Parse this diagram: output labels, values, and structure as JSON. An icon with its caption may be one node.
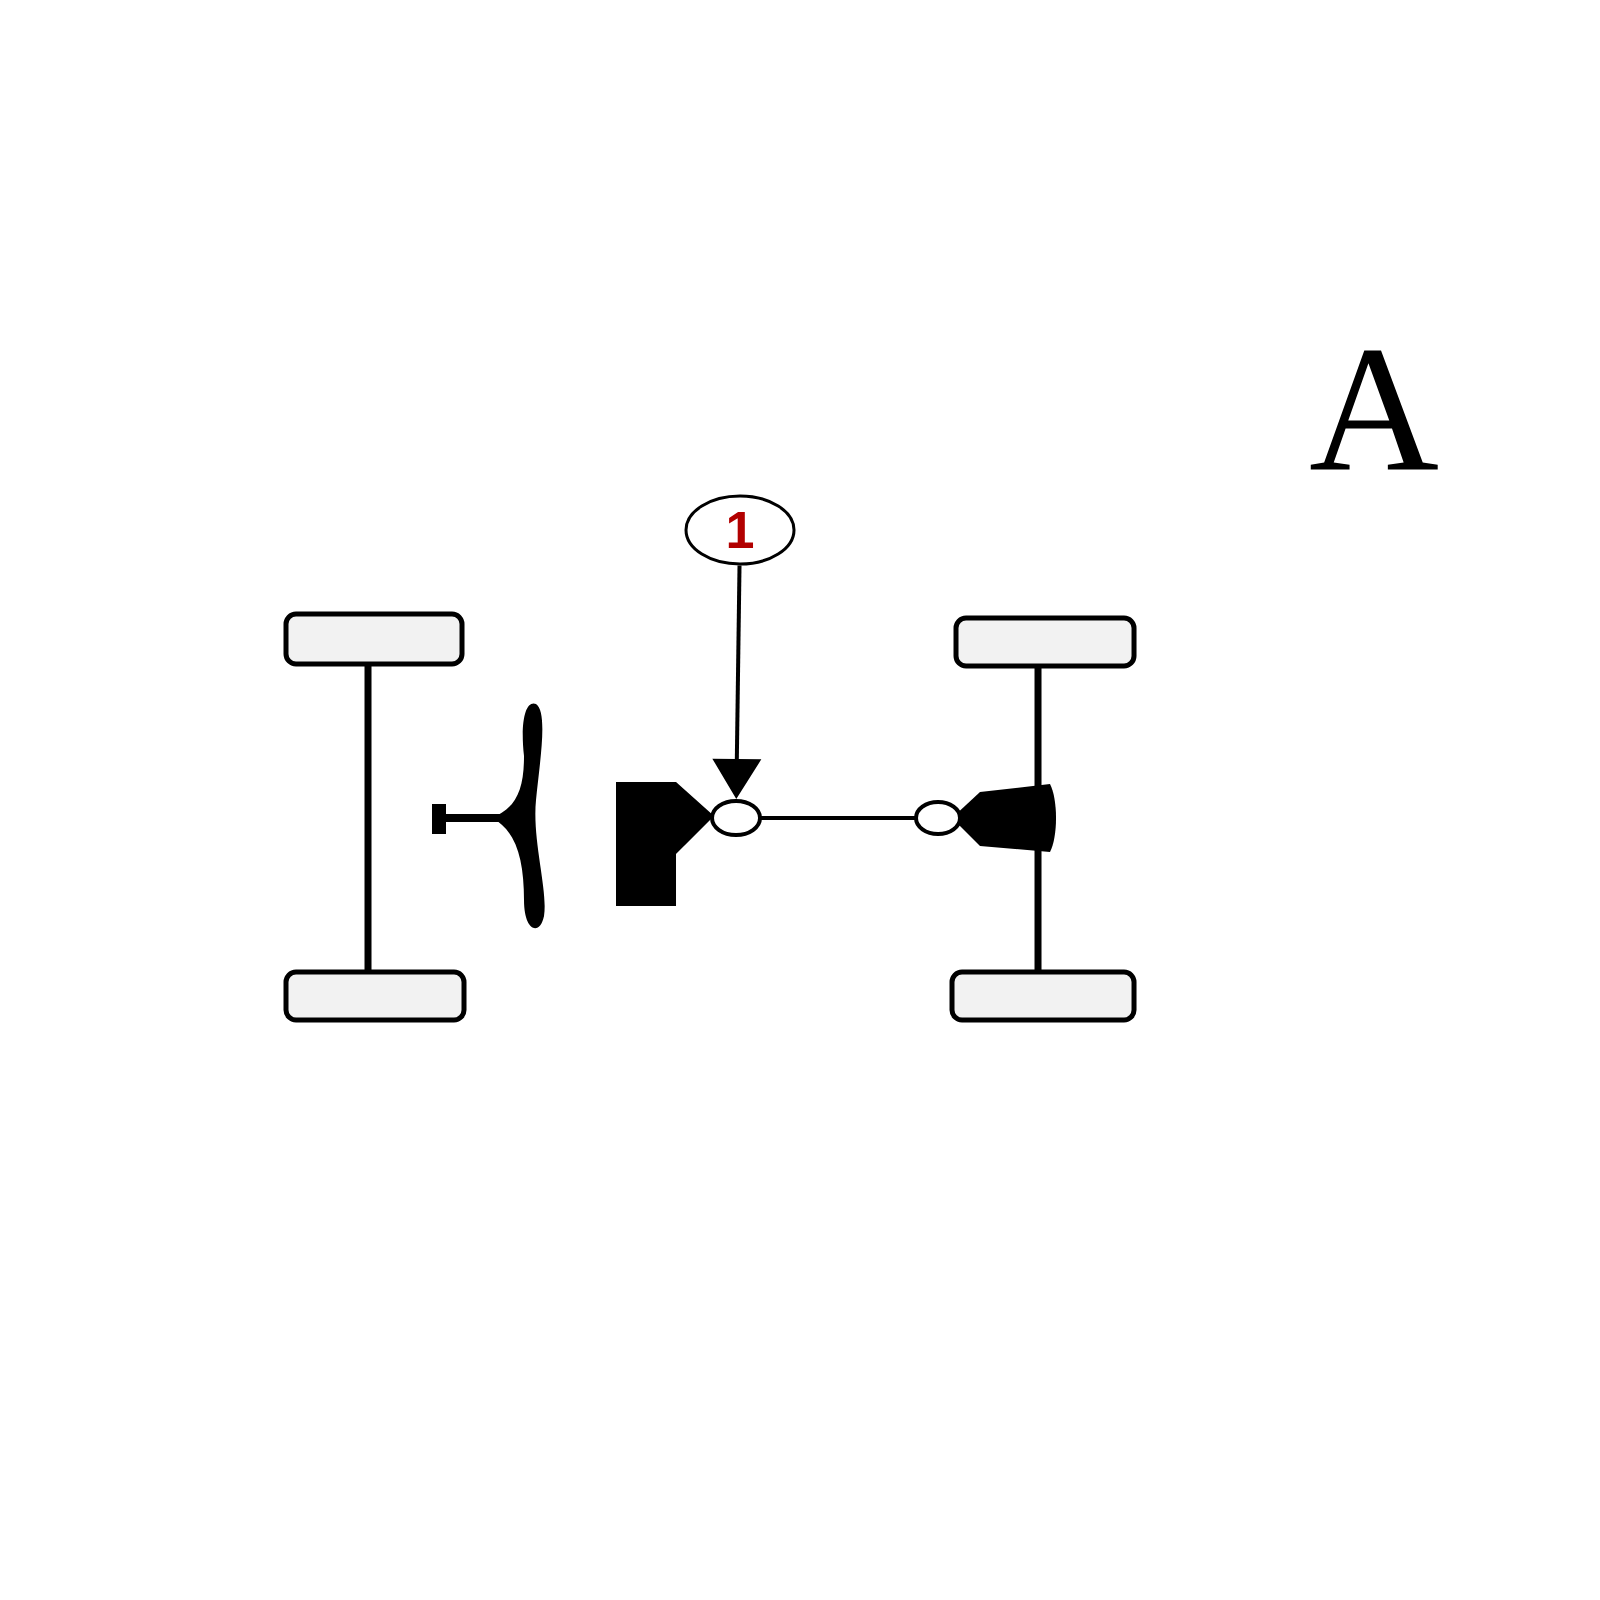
{
  "diagram": {
    "nodes": [
      {
        "text": [
          "1"
        ]
      },
      {
        "text": [],
        "shape": "circle"
      }
    ],
    "edges": [
      {
        "from": 0,
        "to": 1,
        "arrow": "to"
      }
    ],
    "labels": [
      "A"
    ]
  }
}
